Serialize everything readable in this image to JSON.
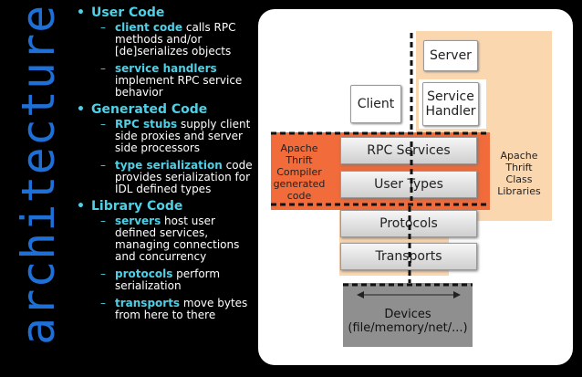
{
  "title": "architecture",
  "sections": [
    {
      "heading": "User Code",
      "items": [
        {
          "kw": "client code",
          "rest": " calls RPC methods and/or [de]serializes objects"
        },
        {
          "kw": "service handlers",
          "rest": " implement RPC service behavior"
        }
      ]
    },
    {
      "heading": "Generated Code",
      "items": [
        {
          "kw": "RPC stubs",
          "rest": " supply client side proxies and server side processors"
        },
        {
          "kw": "type serialization",
          "rest": " code provides serialization for IDL defined types"
        }
      ]
    },
    {
      "heading": "Library Code",
      "items": [
        {
          "kw": "servers",
          "rest": " host user defined services, managing connections and concurrency"
        },
        {
          "kw": "protocols",
          "rest": " perform serialization"
        },
        {
          "kw": "transports",
          "rest": " move bytes from here to there"
        }
      ]
    }
  ],
  "diagram": {
    "server": "Server",
    "client": "Client",
    "service_handler": "Service\nHandler",
    "compiler_label": "Apache\nThrift\nCompiler\ngenerated\ncode",
    "libraries_label": "Apache\nThrift\nClass\nLibraries",
    "rpc_services": "RPC Services",
    "user_types": "User Types",
    "protocols": "Protocols",
    "transports": "Transports",
    "devices": "Devices\n(file/memory/net/...)",
    "colors": {
      "compiler": "#f26b3a",
      "libraries": "#fbd7b0",
      "devices": "#8f8f8f",
      "title": "#1e6fd6",
      "accent": "#4fd0e6"
    }
  }
}
